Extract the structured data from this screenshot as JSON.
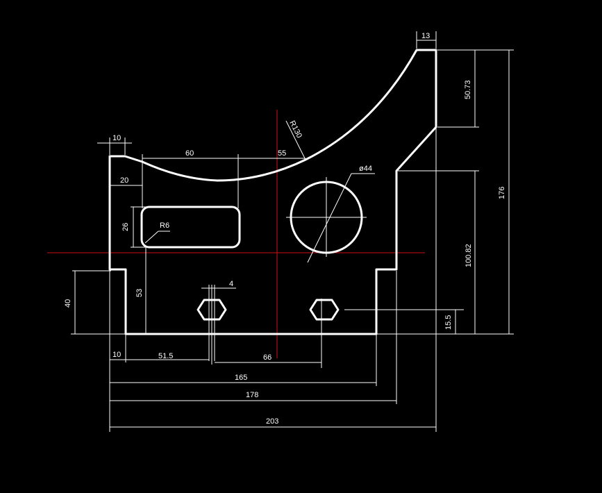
{
  "colors": {
    "background": "#000000",
    "outline": "#ffffff",
    "dimension": "#ffffff",
    "centerline": "#d0101a"
  },
  "dimensions": {
    "top_width": "13",
    "top_height": "50.73",
    "arc_radius": "R130",
    "left_tab_width": "10",
    "arc_chord": "60",
    "center_offset": "55",
    "hole_diameter": "ø44",
    "left_offset": "20",
    "slot_height": "26",
    "slot_radius": "R6",
    "right_lower_height": "100.82",
    "total_height": "176",
    "bolt_width": "4",
    "left_foot_height": "40",
    "slot_elevation": "53",
    "bolt_elevation": "15.5",
    "foot_width": "10",
    "bolt_left_offset": "51.5",
    "bolt_spacing": "66",
    "base_length": "165",
    "step_length": "178",
    "overall_length": "203"
  }
}
